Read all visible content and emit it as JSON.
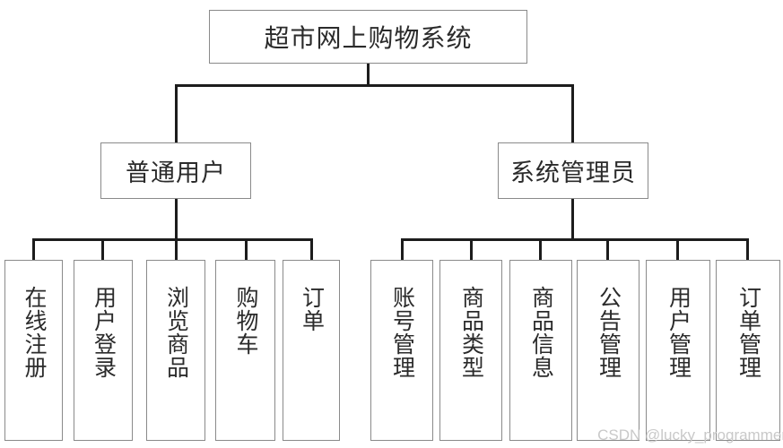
{
  "diagram": {
    "title": "超市网上购物系统",
    "branches": [
      {
        "label": "普通用户",
        "children": [
          "在线注册",
          "用户登录",
          "浏览商品",
          "购物车",
          "订单"
        ]
      },
      {
        "label": "系统管理员",
        "children": [
          "账号管理",
          "商品类型",
          "商品信息",
          "公告管理",
          "用户管理",
          "订单管理"
        ]
      }
    ]
  },
  "watermark": "CSDN @lucky_programmer",
  "colors": {
    "background": "#ffffff",
    "box_border": "#8a8a8a",
    "connector": "#1c1c1c",
    "text": "#2b2b2b",
    "watermark_text": "#c9c9c9"
  }
}
